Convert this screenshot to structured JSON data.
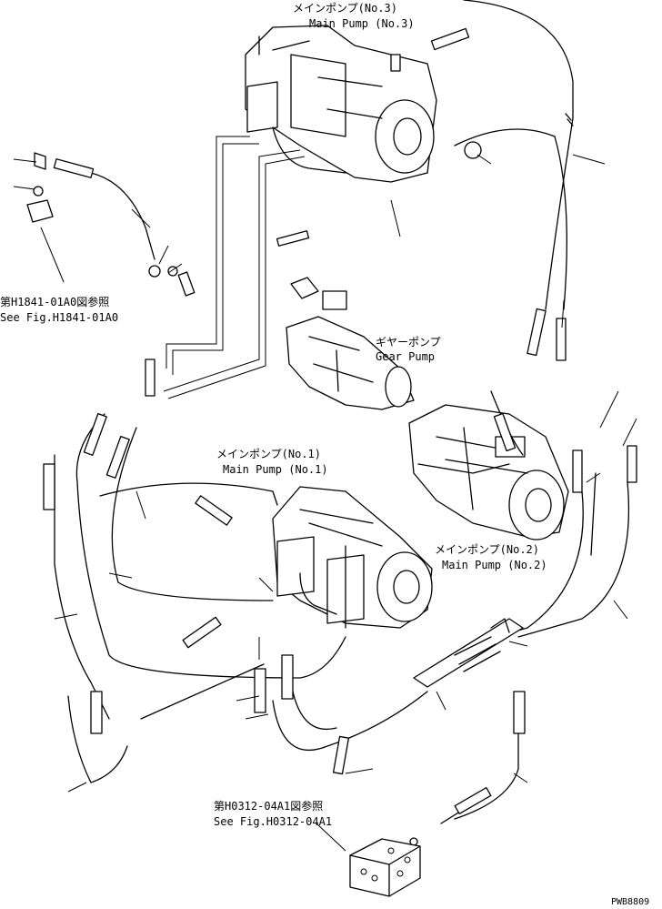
{
  "labels": {
    "pump3_jp": "メインポンプ(No.3)",
    "pump3_en": "Main Pump (No.3)",
    "gear_jp": "ギヤーポンプ",
    "gear_en": "Gear Pump",
    "pump1_jp": "メインポンプ(No.1)",
    "pump1_en": "Main Pump (No.1)",
    "pump2_jp": "メインポンプ(No.2)",
    "pump2_en": "Main Pump (No.2)",
    "ref1_jp": "第H1841-01A0図参照",
    "ref1_en": "See Fig.H1841-01A0",
    "ref2_jp": "第H0312-04A1図参照",
    "ref2_en": "See Fig.H0312-04A1",
    "drawing_no": "PWB8809"
  }
}
